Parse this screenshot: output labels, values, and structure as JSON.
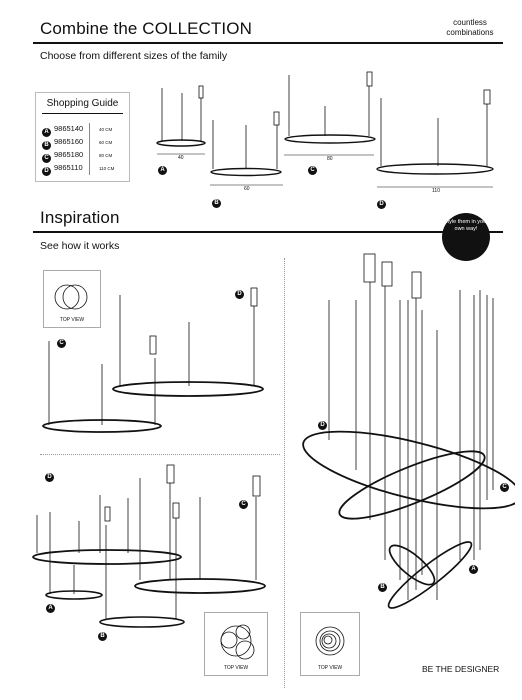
{
  "header": {
    "title": "Combine the COLLECTION",
    "tagline": [
      "countless",
      "combinations"
    ],
    "subtitle": "Choose from different sizes of the family"
  },
  "shopping_guide": {
    "title": "Shopping Guide",
    "items": [
      {
        "badge": "A",
        "code": "9865140",
        "size": "40 CM"
      },
      {
        "badge": "B",
        "code": "9865160",
        "size": "60 CM"
      },
      {
        "badge": "C",
        "code": "9865180",
        "size": "80 CM"
      },
      {
        "badge": "D",
        "code": "9865110",
        "size": "110 CM"
      }
    ]
  },
  "sizes_row": {
    "dims": [
      "40",
      "60",
      "80",
      "110"
    ],
    "badges": [
      "A",
      "B",
      "C",
      "D"
    ]
  },
  "inspiration": {
    "title": "Inspiration",
    "subtitle": "See how it works",
    "bubble": "Style them in your own way!",
    "top_view_label": "TOP VIEW"
  },
  "footer": {
    "tagline": "BE THE DESIGNER"
  }
}
